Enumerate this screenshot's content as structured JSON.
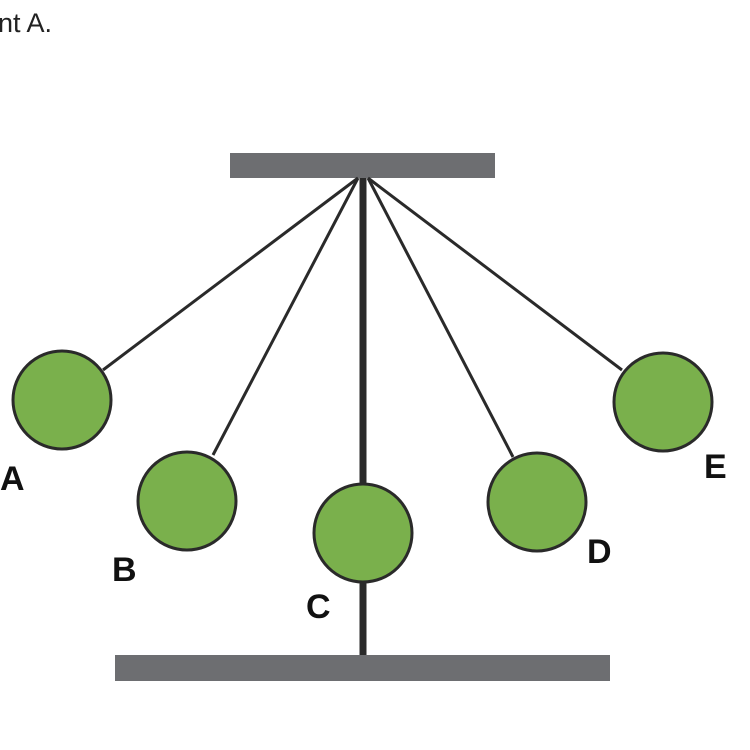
{
  "caption_fragment": "nt A.",
  "labels": [
    "A",
    "B",
    "C",
    "D",
    "E"
  ],
  "colors": {
    "ball": "#7ab04c",
    "bar": "#6d6e71",
    "line": "#2a2a2a"
  }
}
